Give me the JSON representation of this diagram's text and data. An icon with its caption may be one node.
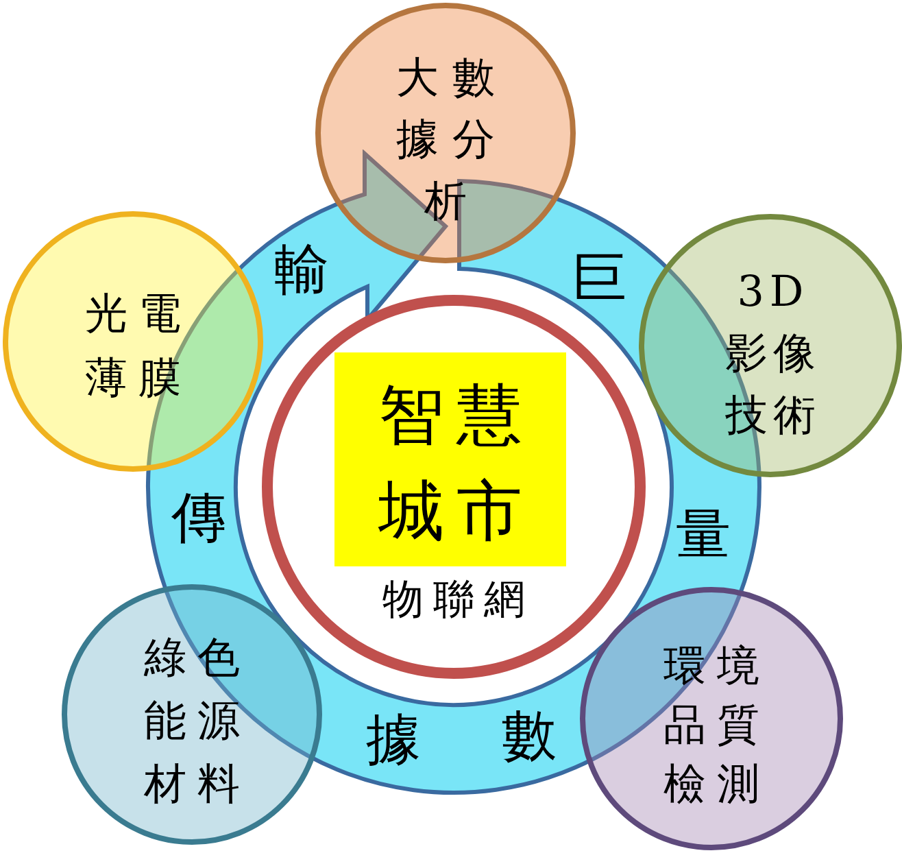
{
  "diagram": {
    "nodes": [
      {
        "text": [
          "大數據分析"
        ]
      },
      {
        "text": [
          "巨",
          "量",
          "數",
          "據",
          "傳",
          "輸"
        ]
      },
      {
        "text": [
          "光電薄膜"
        ]
      },
      {
        "text": [
          "3D影像技術"
        ]
      },
      {
        "text": [
          "物聯網"
        ]
      },
      {
        "text": [
          "智慧城市"
        ],
        "in": 4
      },
      {
        "text": [
          "綠色能源材料"
        ]
      },
      {
        "text": [
          "環境品質檢測"
        ]
      }
    ]
  }
}
